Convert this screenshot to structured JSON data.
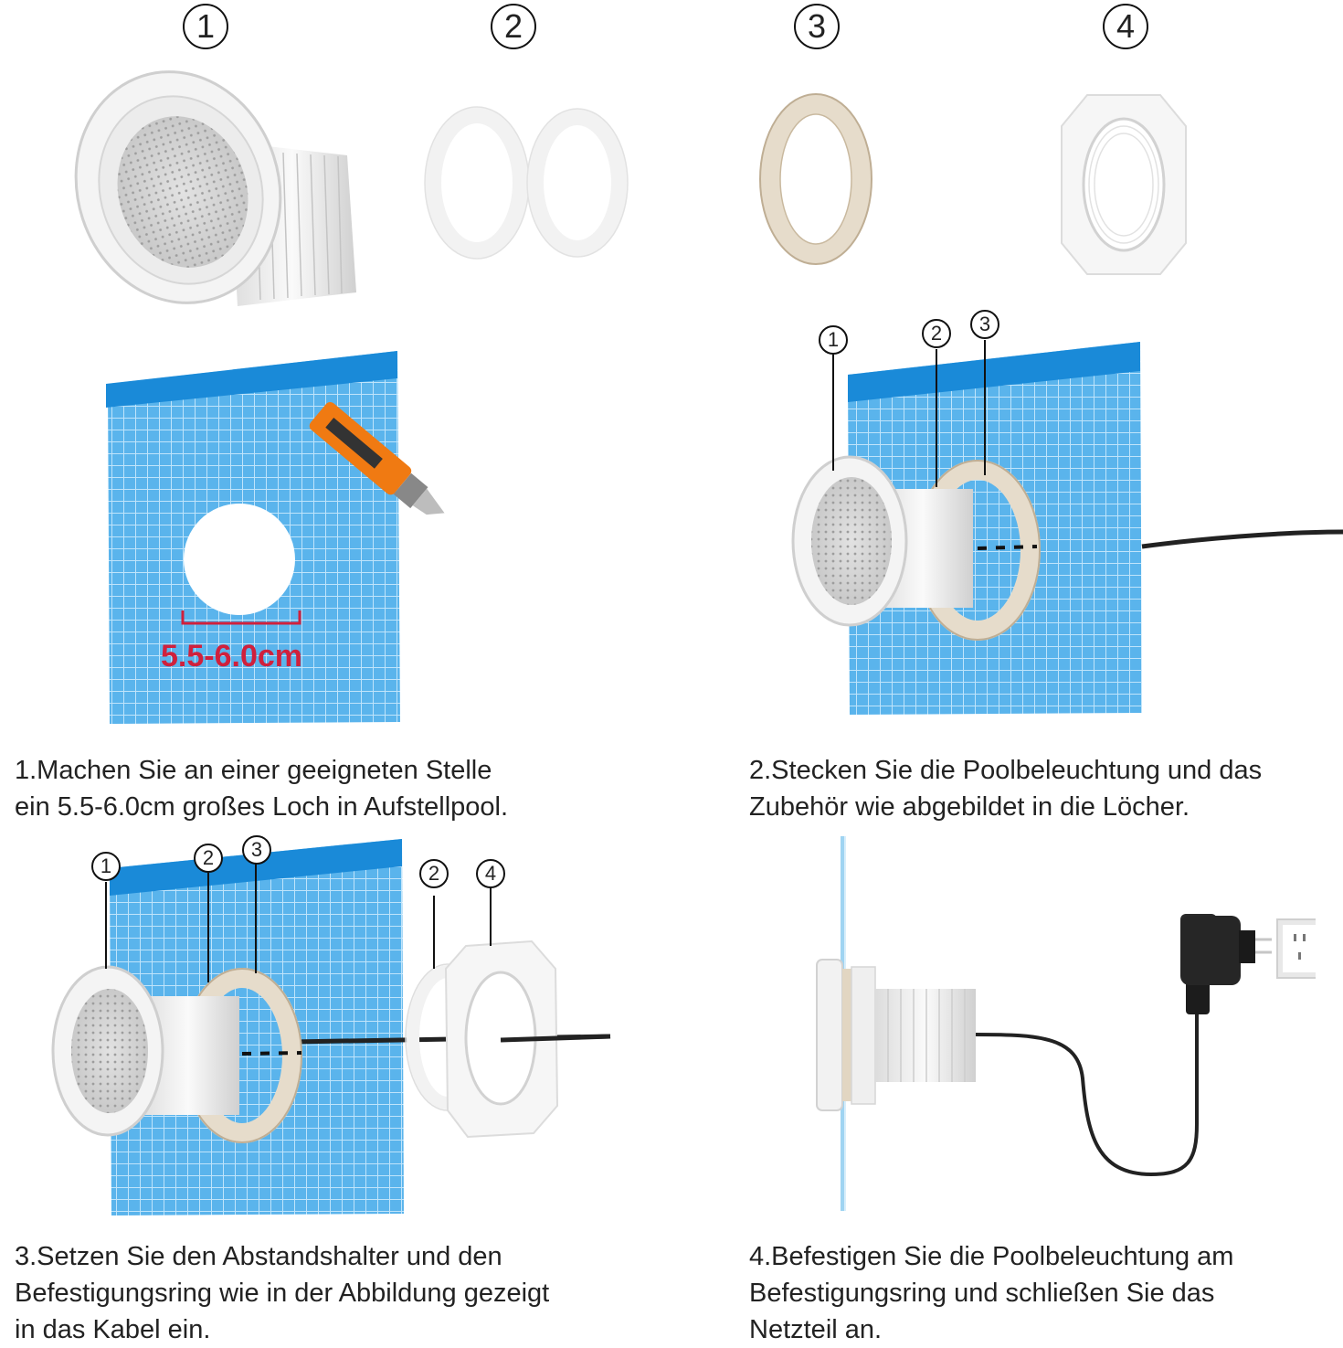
{
  "parts": {
    "labels": [
      "1",
      "2",
      "3",
      "4"
    ]
  },
  "step1": {
    "hole_size": "5.5-6.0cm",
    "caption_lines": [
      "1.Machen Sie an einer geeigneten Stelle",
      "ein 5.5-6.0cm großes Loch in Aufstellpool."
    ]
  },
  "step2": {
    "caption_lines": [
      "2.Stecken Sie die Poolbeleuchtung und das",
      "Zubehör wie abgebildet in die Löcher."
    ]
  },
  "step3": {
    "caption_lines": [
      "3.Setzen Sie den Abstandshalter und den",
      "Befestigungsring wie in der Abbildung gezeigt",
      "in das Kabel ein."
    ]
  },
  "step4": {
    "caption_lines": [
      "4.Befestigen Sie die Poolbeleuchtung am",
      "Befestigungsring und schließen Sie das",
      "Netzteil an."
    ]
  },
  "colors": {
    "pool_wall": "#5ab4ec",
    "pool_top": "#1a8ad8",
    "measure": "#d0203c",
    "knife": "#f07a12"
  }
}
